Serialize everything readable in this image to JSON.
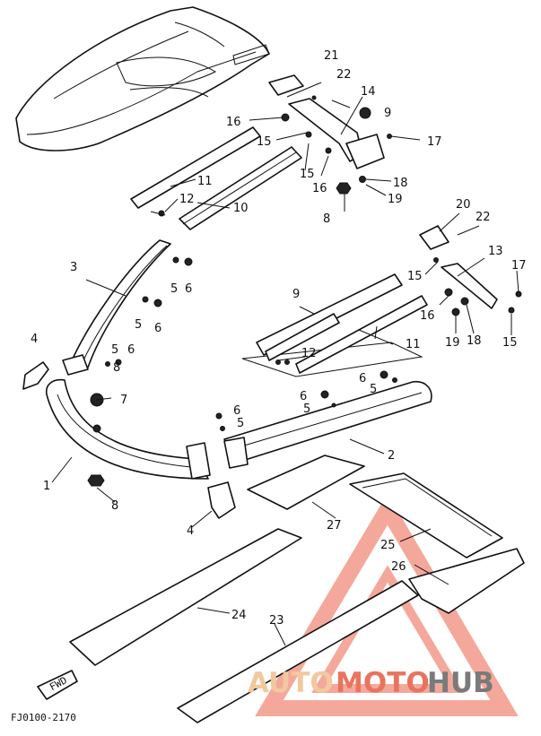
{
  "diagram_code": "FJ0100-2170",
  "fwd_label": "FWD",
  "watermark": {
    "part1": "AUTO",
    "part2": "MOTO",
    "part3": "HUB",
    "color_light": "#f2c89e",
    "color_red": "#e8745f",
    "color_dark": "#7a7a7a"
  },
  "callouts": {
    "c1": "1",
    "c2": "2",
    "c3": "3",
    "c4a": "4",
    "c4b": "4",
    "c5a": "5",
    "c5b": "5",
    "c5c": "5",
    "c5d": "5",
    "c5e": "5",
    "c6a": "6",
    "c6b": "6",
    "c6c": "6",
    "c6d": "6",
    "c6e": "6",
    "c6f": "6",
    "c7": "7",
    "c8a": "8",
    "c8b": "8",
    "c8c": "8",
    "c9a": "9",
    "c9b": "9",
    "c10": "10",
    "c11a": "11",
    "c11b": "11",
    "c12a": "12",
    "c12b": "12",
    "c13": "13",
    "c14": "14",
    "c15a": "15",
    "c15b": "15",
    "c15c": "15",
    "c15d": "15",
    "c16a": "16",
    "c16b": "16",
    "c16c": "16",
    "c17a": "17",
    "c17b": "17",
    "c18a": "18",
    "c18b": "18",
    "c19a": "19",
    "c19b": "19",
    "c20": "20",
    "c21": "21",
    "c22a": "22",
    "c22b": "22",
    "c23": "23",
    "c24": "24",
    "c25": "25",
    "c26": "26",
    "c27": "27"
  }
}
